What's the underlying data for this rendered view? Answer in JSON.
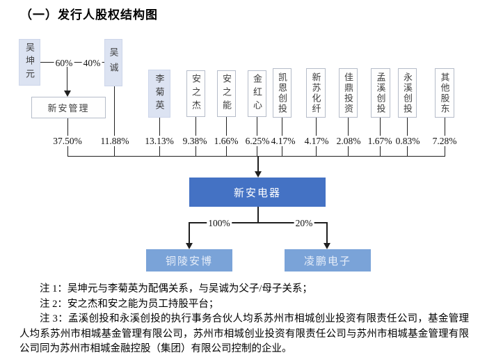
{
  "title": "（一）发行人股权结构图",
  "diagram": {
    "founders": {
      "left": {
        "name": "吴坤元",
        "pct": "60%"
      },
      "right": {
        "name": "吴诚",
        "pct": "40%"
      },
      "holding": "新安管理"
    },
    "ownership_row": [
      {
        "holder": "新安管理",
        "pct": "37.50%"
      },
      {
        "holder": "吴诚",
        "pct": "11.88%"
      },
      {
        "holder": "李菊英",
        "pct": "13.13%"
      },
      {
        "holder": "安之杰",
        "pct": "9.38%"
      },
      {
        "holder": "安之能",
        "pct": "1.66%"
      },
      {
        "holder": "金红心",
        "pct": "6.25%"
      },
      {
        "holder": "凯恩创投",
        "pct": "4.17%"
      },
      {
        "holder": "新苏化纤",
        "pct": "4.17%"
      },
      {
        "holder": "佳鼎投资",
        "pct": "2.08%"
      },
      {
        "holder": "孟溪创投",
        "pct": "1.67%"
      },
      {
        "holder": "永溪创投",
        "pct": "0.83%"
      },
      {
        "holder": "其他股东",
        "pct": "7.28%"
      }
    ],
    "company": "新安电器",
    "subsidiaries": [
      {
        "name": "铜陵安博",
        "pct": "100%"
      },
      {
        "name": "凌鹏电子",
        "pct": "20%"
      }
    ]
  },
  "colors": {
    "company_blue": "#4472c4",
    "subsidiary_blue": "#7aa3d8",
    "person_fill": "#dce3f2",
    "line": "#1f1f1f"
  },
  "notes": [
    "注 1：吴坤元与李菊英为配偶关系，与吴诚为父子/母子关系；",
    "注 2：安之杰和安之能为员工持股平台；",
    "注 3：孟溪创投和永溪创投的执行事务合伙人均系苏州市相城创业投资有限责任公司，基金管理人均系苏州市相城基金管理有限公司，苏州市相城创业投资有限责任公司与苏州市相城基金管理有限公司同为苏州市相城金融控股（集团）有限公司控制的企业。"
  ]
}
